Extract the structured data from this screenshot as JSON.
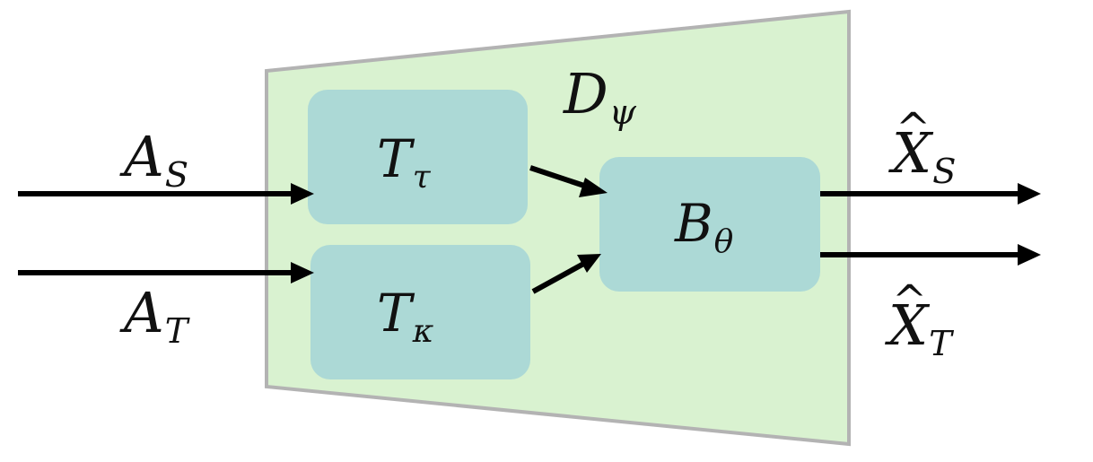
{
  "diagram": {
    "decoder": {
      "symbol": "D",
      "sub": "ψ"
    },
    "inputs": [
      {
        "symbol": "A",
        "sub": "S"
      },
      {
        "symbol": "A",
        "sub": "T"
      }
    ],
    "blocks": [
      {
        "symbol": "T",
        "sub": "τ"
      },
      {
        "symbol": "T",
        "sub": "κ"
      },
      {
        "symbol": "B",
        "sub": "θ"
      }
    ],
    "outputs": [
      {
        "hat": "^",
        "symbol": "X",
        "sub": "S"
      },
      {
        "hat": "^",
        "symbol": "X",
        "sub": "T"
      }
    ],
    "colors": {
      "trapezoid_fill": "#d9f2d0",
      "trapezoid_stroke": "#b3b3b3",
      "block_fill": "#acd9d6",
      "arrow": "#000000"
    }
  }
}
